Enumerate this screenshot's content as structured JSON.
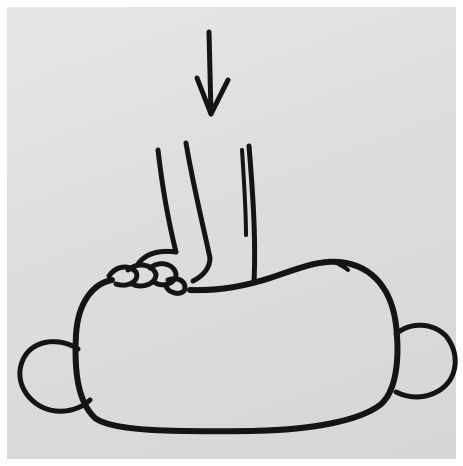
{
  "figure": {
    "paper_color": "#dcdcdc",
    "ink_color": "#141414",
    "elements": [
      "downward-arrow",
      "tool-shaft",
      "gripping-fingers",
      "oval-body",
      "left-side-lobe",
      "right-side-lobe"
    ]
  }
}
